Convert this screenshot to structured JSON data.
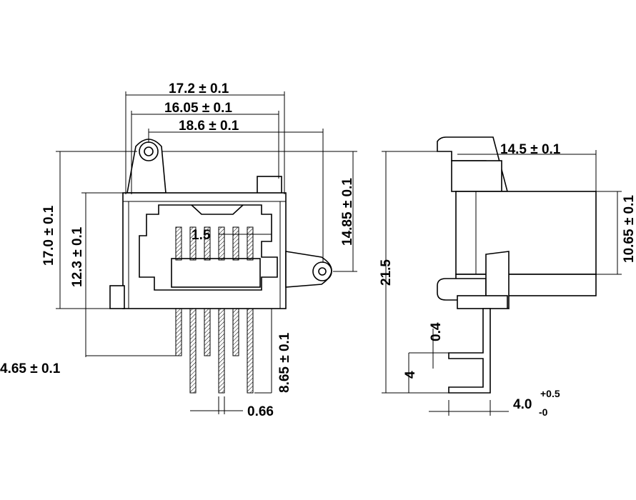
{
  "dimensions": {
    "width_total": "17.2 ± 0.1",
    "width_inner": "16.05 ± 0.1",
    "width_mount": "18.6 ± 0.1",
    "height_total": "17.0 ± 0.1",
    "height_body": "12.3 ± 0.1",
    "height_mount": "14.85 ± 0.1",
    "pin_pitch": "1.5",
    "pin_offset": "4.65 ± 0.1",
    "pin_length": "8.65 ± 0.1",
    "pin_width": "0.66",
    "side_depth": "14.5 ± 0.1",
    "side_height": "21.5",
    "side_front": "10.65 ± 0.1",
    "side_pin_thickness": "0.4",
    "side_pin_drop": "4",
    "side_pin_span": "4.0",
    "side_pin_span_upper": "+0.5",
    "side_pin_span_lower": "-0"
  }
}
